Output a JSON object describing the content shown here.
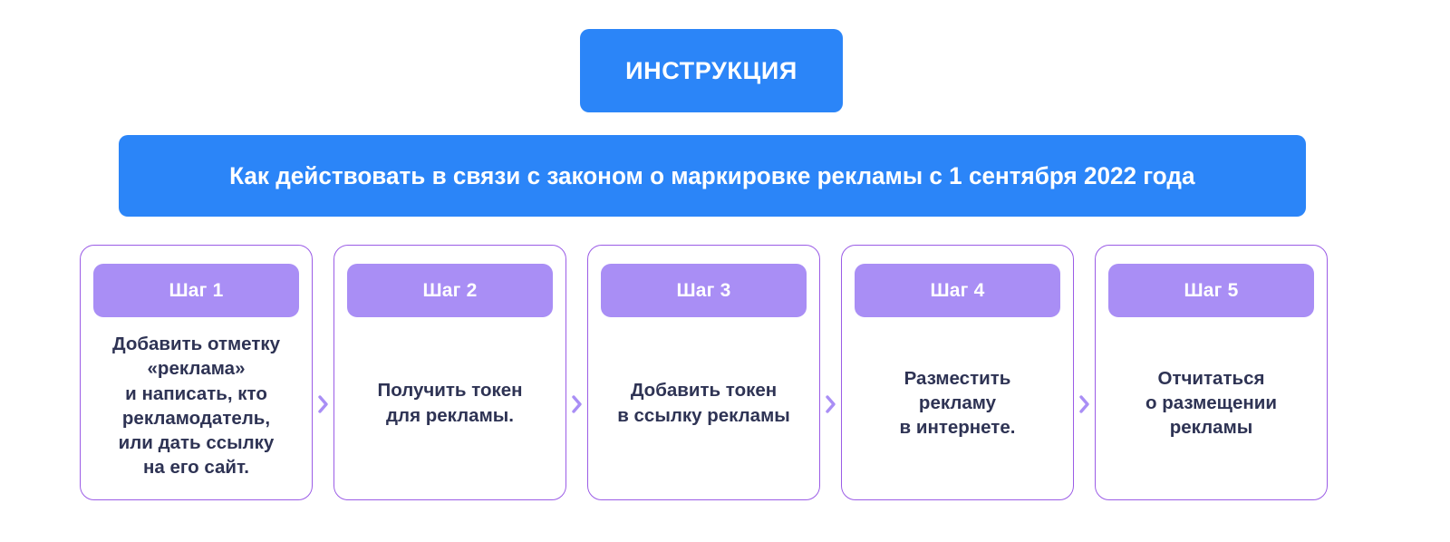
{
  "badge": {
    "label": "ИНСТРУКЦИЯ",
    "background_color": "#2B85F8",
    "text_color": "#FFFFFF"
  },
  "title_banner": {
    "text": "Как действовать в связи с законом о маркировке рекламы с 1 сентября 2022 года",
    "background_color": "#2B85F8",
    "text_color": "#FFFFFF"
  },
  "steps": {
    "connector_icon": "chevron-right-icon",
    "connector_color": "#A98EF5",
    "card_border_color": "#9B5CE6",
    "pill_color": "#A98EF5",
    "body_text_color": "#2E3354",
    "items": [
      {
        "label": "Шаг 1",
        "text": "Добавить отметку\n«реклама»\nи написать, кто\nрекламодатель,\nили дать ссылку\nна его сайт.",
        "align": "top"
      },
      {
        "label": "Шаг 2",
        "text": "Получить токен\nдля рекламы.",
        "align": "center"
      },
      {
        "label": "Шаг 3",
        "text": "Добавить токен\nв ссылку рекламы",
        "align": "center"
      },
      {
        "label": "Шаг 4",
        "text": "Разместить\nрекламу\nв интернете.",
        "align": "center"
      },
      {
        "label": "Шаг 5",
        "text": "Отчитаться\nо размещении\nрекламы",
        "align": "center"
      }
    ]
  }
}
